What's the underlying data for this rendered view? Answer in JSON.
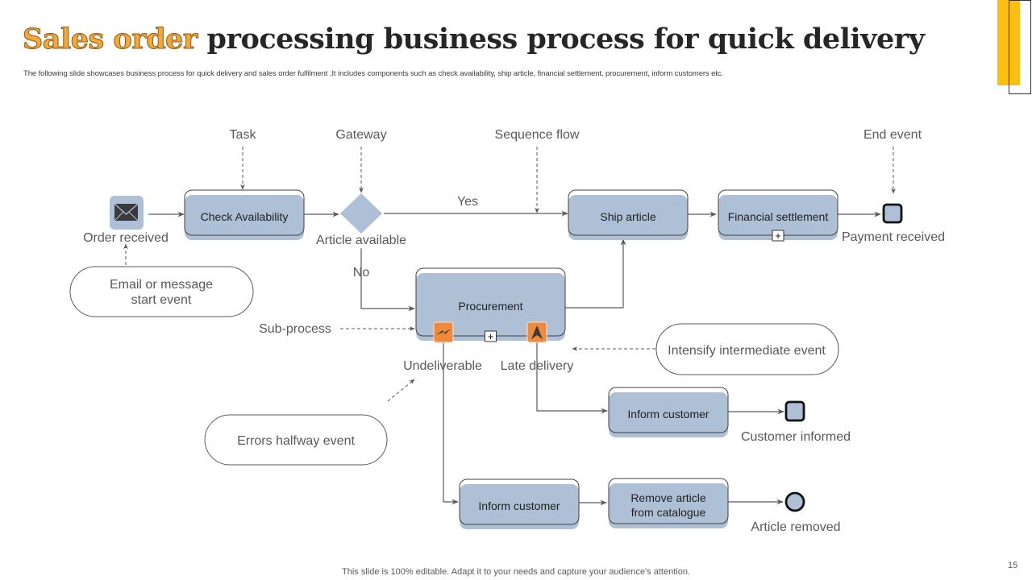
{
  "header": {
    "title_highlight": "Sales order",
    "title_rest": " processing business process for quick delivery",
    "subtitle": "The following slide showcases business process for quick delivery and sales order fulfilment .It includes components such as check availability, ship article, financial settlement, procurement, inform customers etc."
  },
  "colors": {
    "task_fill": "#adc0d5",
    "accent_yellow": "#fbbf0f",
    "title_orange": "#f4a83a",
    "event_orange": "#ef8a3c",
    "line": "#595959"
  },
  "legend_labels": {
    "task": "Task",
    "gateway": "Gateway",
    "sequence_flow": "Sequence flow",
    "end_event": "End event",
    "sub_process": "Sub-process"
  },
  "callouts": {
    "email_start": [
      "Email or message",
      "start event"
    ],
    "intensify": "Intensify  intermediate event",
    "errors": "Errors halfway  event"
  },
  "events": {
    "order_received": "Order received",
    "payment_received": "Payment received",
    "customer_informed": "Customer informed",
    "article_removed": "Article removed",
    "undeliverable": "Undeliverable",
    "late_delivery": "Late delivery"
  },
  "gateway": {
    "label": "Article available",
    "yes": "Yes",
    "no": "No"
  },
  "tasks": {
    "check_availability": [
      "Check Availability"
    ],
    "ship_article": [
      "Ship article"
    ],
    "financial_settlement": [
      "Financial settlement"
    ],
    "procurement": [
      "Procurement"
    ],
    "inform_customer_1": [
      "Inform customer"
    ],
    "inform_customer_2": [
      "Inform customer"
    ],
    "remove_article": [
      "Remove article",
      "from catalogue"
    ]
  },
  "icons": {
    "start_event": "envelope-icon",
    "error_event": "lightning-icon",
    "escalation_event": "arrow-up-icon",
    "subprocess_marker": "+"
  },
  "footer": {
    "note": "This slide is 100% editable. Adapt it to your needs and capture your audience's attention.",
    "page_number": "15"
  }
}
